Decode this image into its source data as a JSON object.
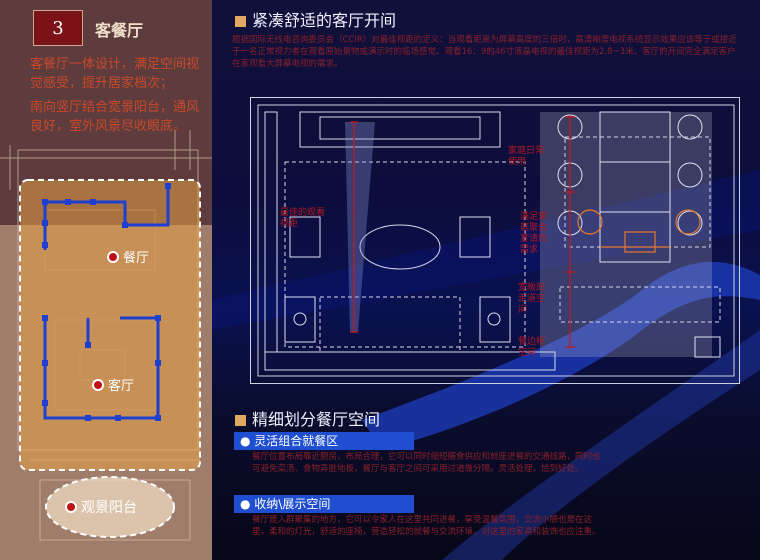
{
  "section": {
    "number": "3",
    "title": "客餐厅"
  },
  "left_text": {
    "p1": "客餐厅一体设计，满足空间视觉感受，提升居家档次；",
    "p2": "南向竖厅结合宽景阳台，通风良好，室外风景尽收眼底。"
  },
  "floorplan_labels": {
    "dining": "餐厅",
    "living": "客厅",
    "balcony": "观景阳台"
  },
  "heading1": "紧凑舒适的客厅开间",
  "paragraph1": "根据国际无线电咨询委员会（CCIR）对最佳视距的定义：当观看距离为屏幕高度的三倍时，高清晰度电视系统显示效果应该等于或接近于一名正常视力者在观看原始景物或演示时的临场感觉。观看16：9的46寸液晶电视的最佳视距为2.8~3米。客厅的开间完全满足客户在家观看大屏幕电视的需求。",
  "plan_annotations": {
    "a1": "家庭日常使用",
    "a2": "最佳的观看视距",
    "a3": "满足家庭聚会宴请的需求",
    "a4": "宽敞的走道空间",
    "a5": "餐边柜空间"
  },
  "heading2": "精细划分餐厅空间",
  "sub1": {
    "label": "灵活组合就餐区",
    "text": "餐厅位置布局靠近厨房，布局合理，它可以同时缩短膳食供应和就座进餐的交通线路，同时也可避免菜汤、食物弄脏地板，餐厅与客厅之间可采用过道做分隔，灵活处理，恰到好处。"
  },
  "sub2": {
    "label": "收纳\\展示空间",
    "text": "餐厅是入群聚集的地方，它可以令家人在这里共同进餐，享受温馨氛围，交流小憩也是在这里，柔和的灯光，舒适的座椅，营造轻松的就餐与交流环境，对这里的家具和装饰也应注重。"
  },
  "colors": {
    "accent_square": "#e0a860",
    "bar_blue": "#1f4fd0",
    "red_text": "#8a2028",
    "number_box": "#7a1217"
  }
}
